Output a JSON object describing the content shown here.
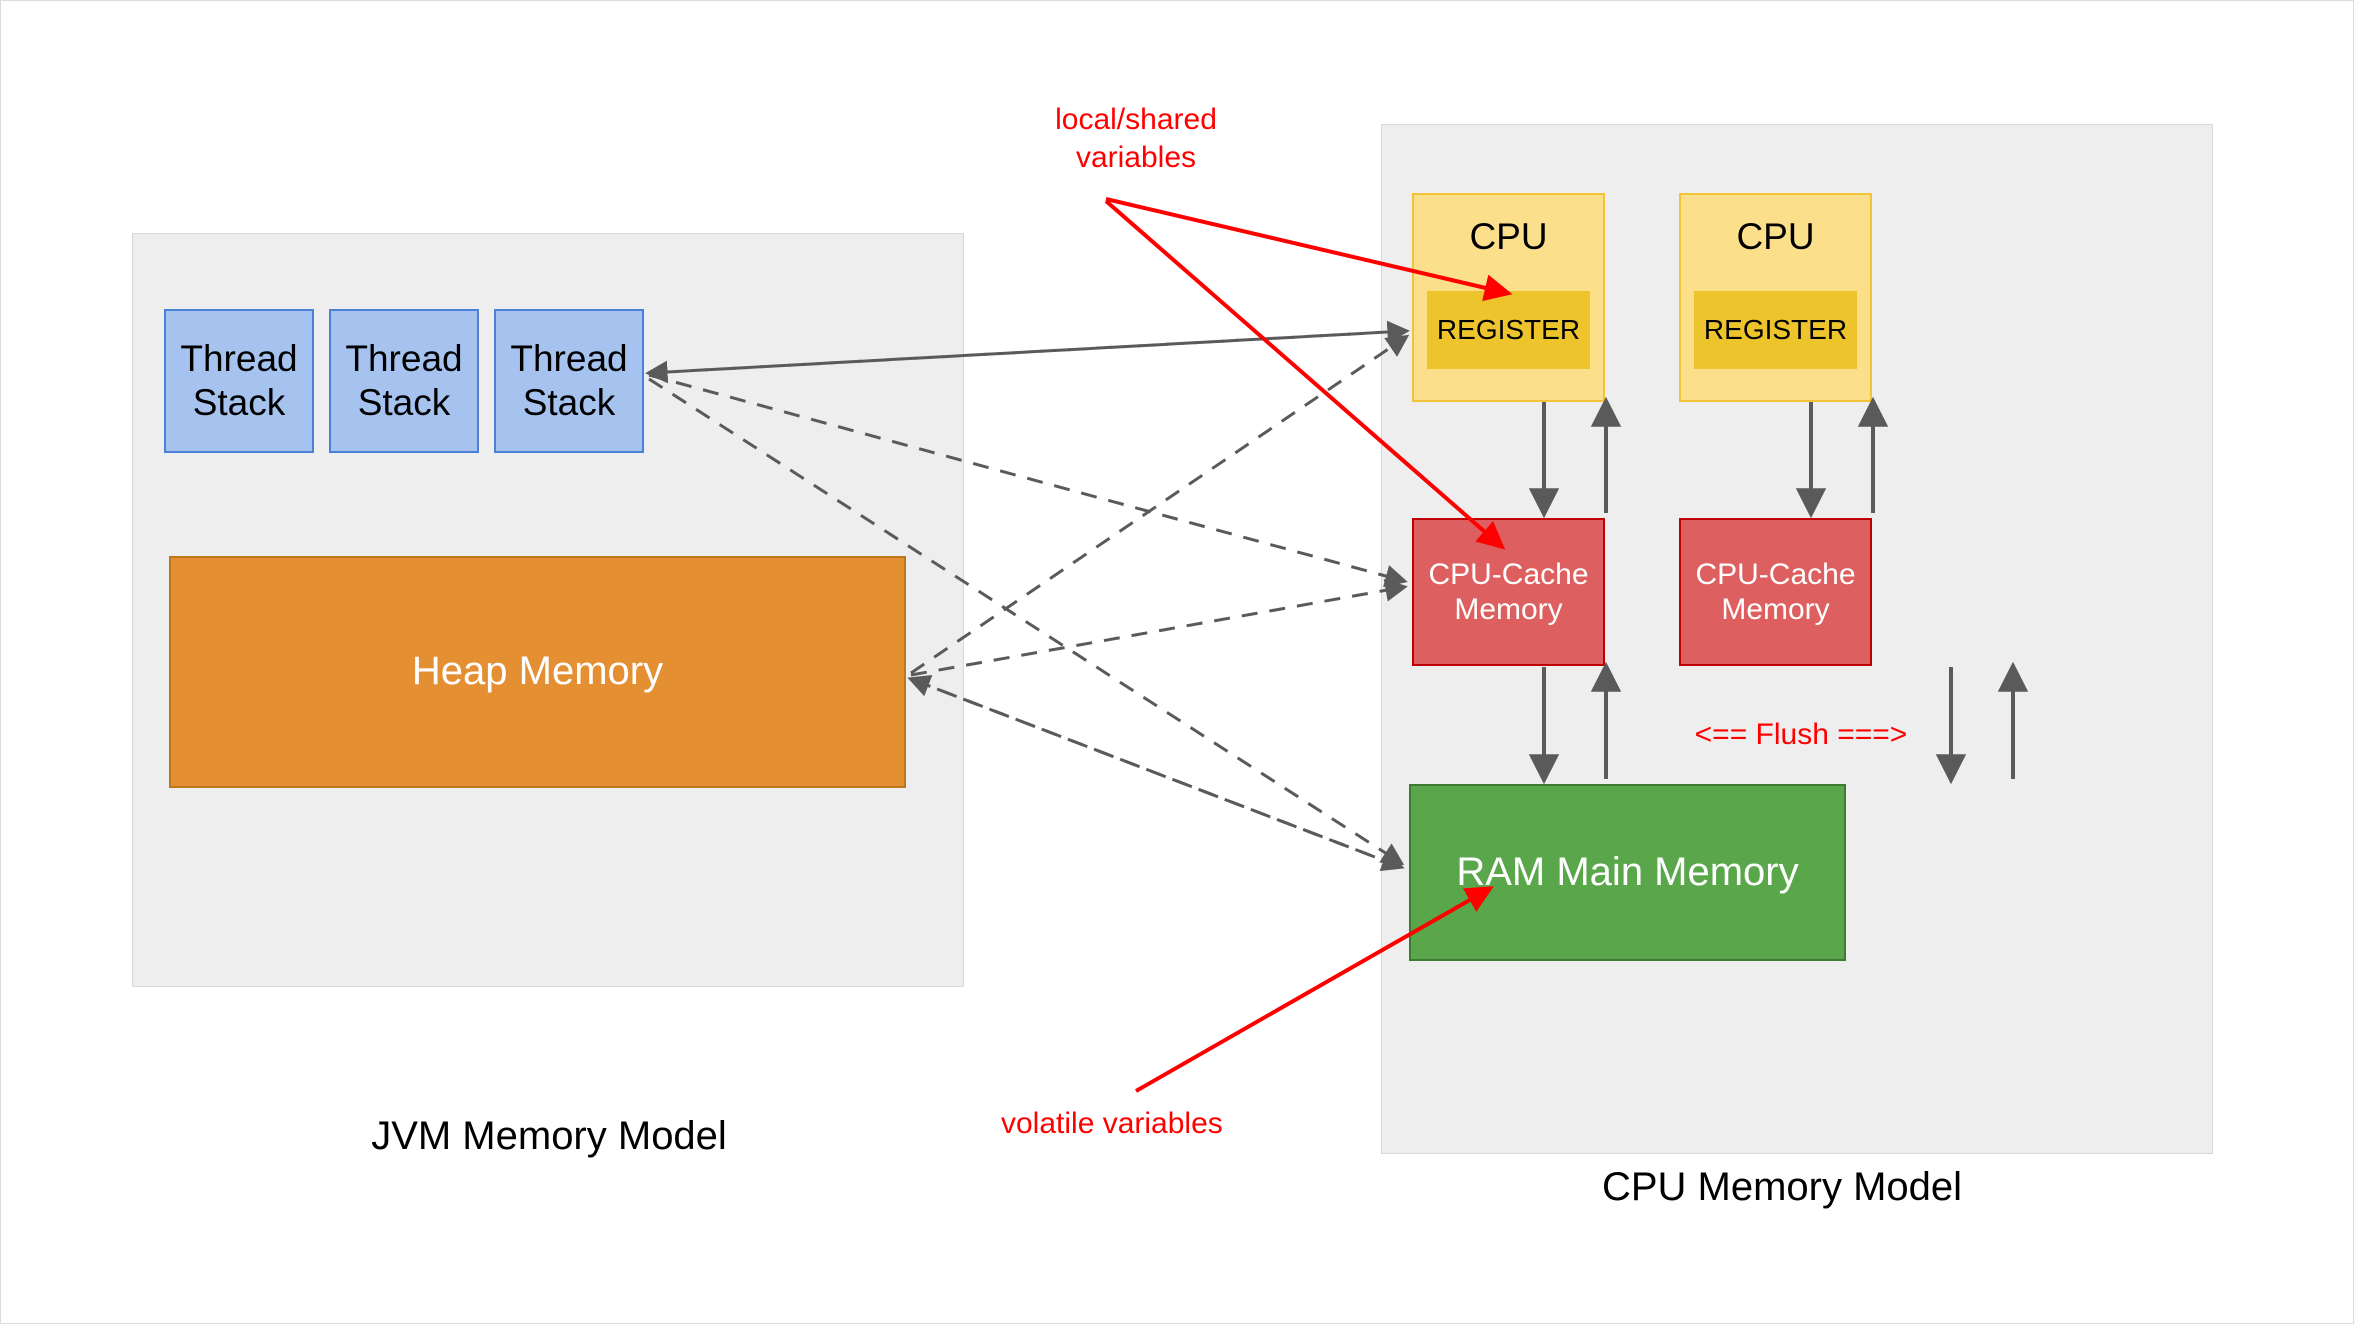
{
  "diagram": {
    "title": "JVM Memory Model and CPU Memory Model",
    "colors": {
      "panel_bg": "#eeeeee",
      "thread_stack_fill": "#a6c3f0",
      "thread_stack_stroke": "#4a80d8",
      "heap_fill": "#e58f33",
      "heap_stroke": "#c0761d",
      "cpu_fill": "#fbdf8b",
      "cpu_stroke": "#f2c337",
      "register_fill": "#eec42c",
      "cache_fill": "#dd5f5f",
      "cache_stroke": "#c00000",
      "ram_fill": "#5aa64b",
      "ram_stroke": "#3f7a33",
      "annotation_red": "#ff0000",
      "arrow_gray": "#5a5a5a"
    }
  },
  "jvm_panel": {
    "caption": "JVM Memory Model",
    "thread_stacks": [
      {
        "label": "Thread\nStack"
      },
      {
        "label": "Thread\nStack"
      },
      {
        "label": "Thread\nStack"
      }
    ],
    "heap": {
      "label": "Heap Memory"
    }
  },
  "cpu_panel": {
    "caption": "CPU Memory Model",
    "cpus": [
      {
        "label": "CPU",
        "register_label": "REGISTER",
        "cache_label": "CPU-Cache\nMemory"
      },
      {
        "label": "CPU",
        "register_label": "REGISTER",
        "cache_label": "CPU-Cache\nMemory"
      }
    ],
    "ram": {
      "label": "RAM Main Memory"
    },
    "flush_label": "<== Flush ===>"
  },
  "annotations": [
    {
      "id": "local-shared",
      "text": "local/shared\nvariables",
      "color": "#ff0000"
    },
    {
      "id": "volatile",
      "text": "volatile variables",
      "color": "#ff0000"
    }
  ]
}
